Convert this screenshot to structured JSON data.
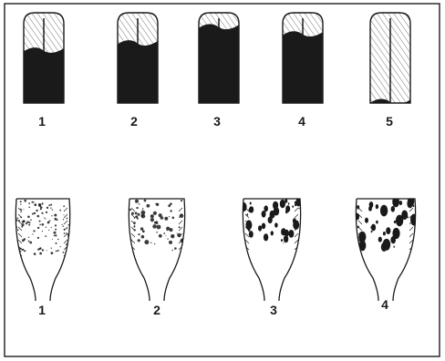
{
  "top_row": {
    "items": [
      {
        "label": "1",
        "dark_fraction": 0.62
      },
      {
        "label": "2",
        "dark_fraction": 0.7
      },
      {
        "label": "3",
        "dark_fraction": 0.88
      },
      {
        "label": "4",
        "dark_fraction": 0.8
      },
      {
        "label": "5",
        "dark_fraction": 0.05
      }
    ]
  },
  "bottom_row": {
    "items": [
      {
        "label": "1",
        "spot_level": 1
      },
      {
        "label": "2",
        "spot_level": 2
      },
      {
        "label": "3",
        "spot_level": 3
      },
      {
        "label": "4",
        "spot_level": 4
      }
    ]
  },
  "colors": {
    "ink": "#1a1a1a",
    "background": "#ffffff",
    "frame": "#2b2b2b"
  }
}
